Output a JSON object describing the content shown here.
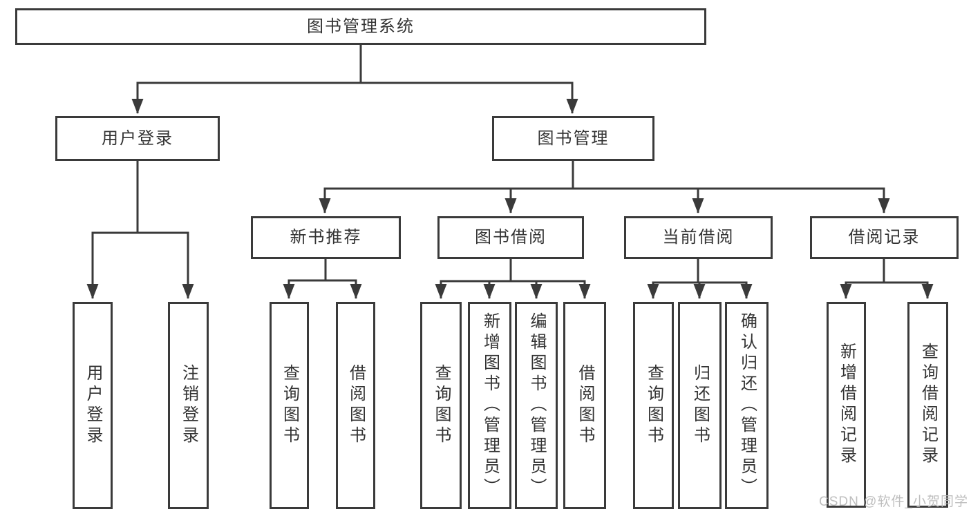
{
  "diagram": {
    "title": "图书管理系统",
    "branches": [
      {
        "label": "用户登录",
        "children": [
          {
            "label": "用户登录"
          },
          {
            "label": "注销登录"
          }
        ]
      },
      {
        "label": "图书管理",
        "children": [
          {
            "label": "新书推荐",
            "children": [
              {
                "label": "查询图书"
              },
              {
                "label": "借阅图书"
              }
            ]
          },
          {
            "label": "图书借阅",
            "children": [
              {
                "label": "查询图书"
              },
              {
                "label": "新增图书（管理员）"
              },
              {
                "label": "编辑图书（管理员）"
              },
              {
                "label": "借阅图书"
              }
            ]
          },
          {
            "label": "当前借阅",
            "children": [
              {
                "label": "查询图书"
              },
              {
                "label": "归还图书"
              },
              {
                "label": "确认归还（管理员）"
              }
            ]
          },
          {
            "label": "借阅记录",
            "children": [
              {
                "label": "新增借阅记录"
              },
              {
                "label": "查询借阅记录"
              }
            ]
          }
        ]
      }
    ]
  },
  "watermark": "CSDN @软件_小贺同学"
}
